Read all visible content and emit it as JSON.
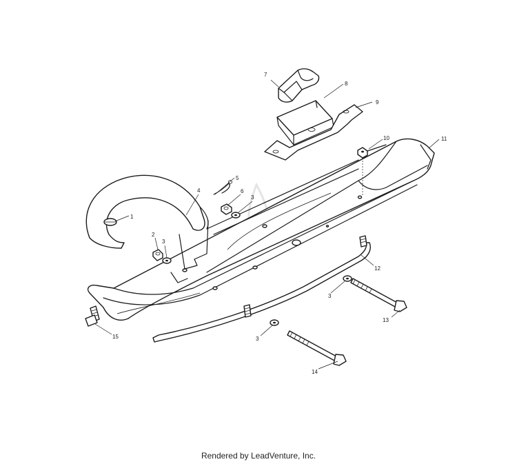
{
  "diagram": {
    "callouts": [
      "1",
      "2",
      "3",
      "3",
      "3",
      "3",
      "4",
      "5",
      "6",
      "7",
      "8",
      "9",
      "10",
      "11",
      "12",
      "13",
      "14",
      "15"
    ]
  },
  "footer": {
    "text": "Rendered by LeadVenture, Inc."
  }
}
